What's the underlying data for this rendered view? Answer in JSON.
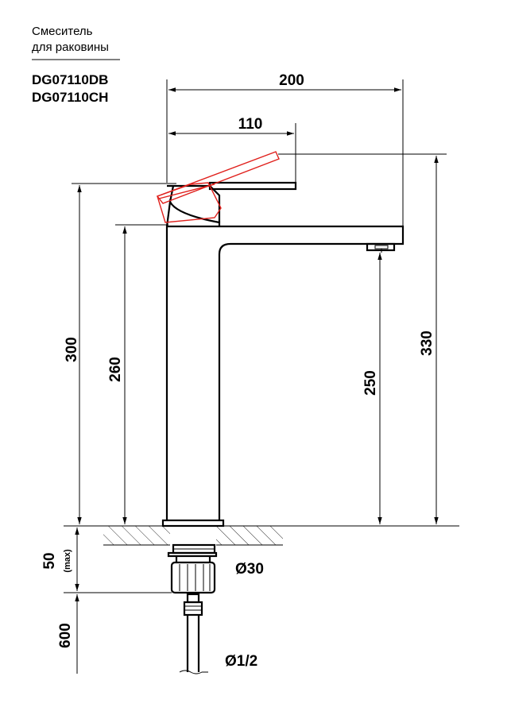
{
  "header": {
    "title_line1": "Смеситель",
    "title_line2": "для раковины",
    "model1": "DG07110DB",
    "model2": "DG07110CH"
  },
  "dimensions": {
    "overall_reach": "200",
    "handle_reach": "110",
    "height_body_top": "300",
    "height_spout_top": "260",
    "height_spout_outlet": "250",
    "height_handle_raised": "330",
    "mount_thickness": "50",
    "mount_thickness_note": "(max)",
    "hose_length": "600",
    "mount_diameter": "Ø30",
    "thread_diameter": "Ø1/2"
  },
  "colors": {
    "line": "#000000",
    "handle_raised_outline": "#e0201c"
  }
}
